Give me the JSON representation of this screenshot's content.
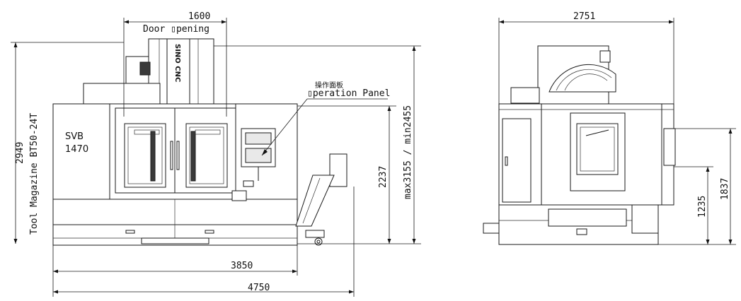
{
  "front_view": {
    "dim_width_top": "1600",
    "door_label": "Door ▯pening",
    "dim_height_left": "2949",
    "magazine_label": "Tool Magazine  BT50-24T",
    "model_label_1": "SVB",
    "model_label_2": "1470",
    "brand_label": "SINO CNC",
    "panel_label_cn": "操作面板",
    "panel_label_en": "▯peration Panel",
    "dim_height_2237": "2237",
    "dim_height_range": "max3155 / min2455",
    "dim_width_3850": "3850",
    "dim_width_4750": "4750"
  },
  "side_view": {
    "dim_width_top": "2751",
    "dim_height_1235": "1235",
    "dim_height_1837": "1837"
  }
}
